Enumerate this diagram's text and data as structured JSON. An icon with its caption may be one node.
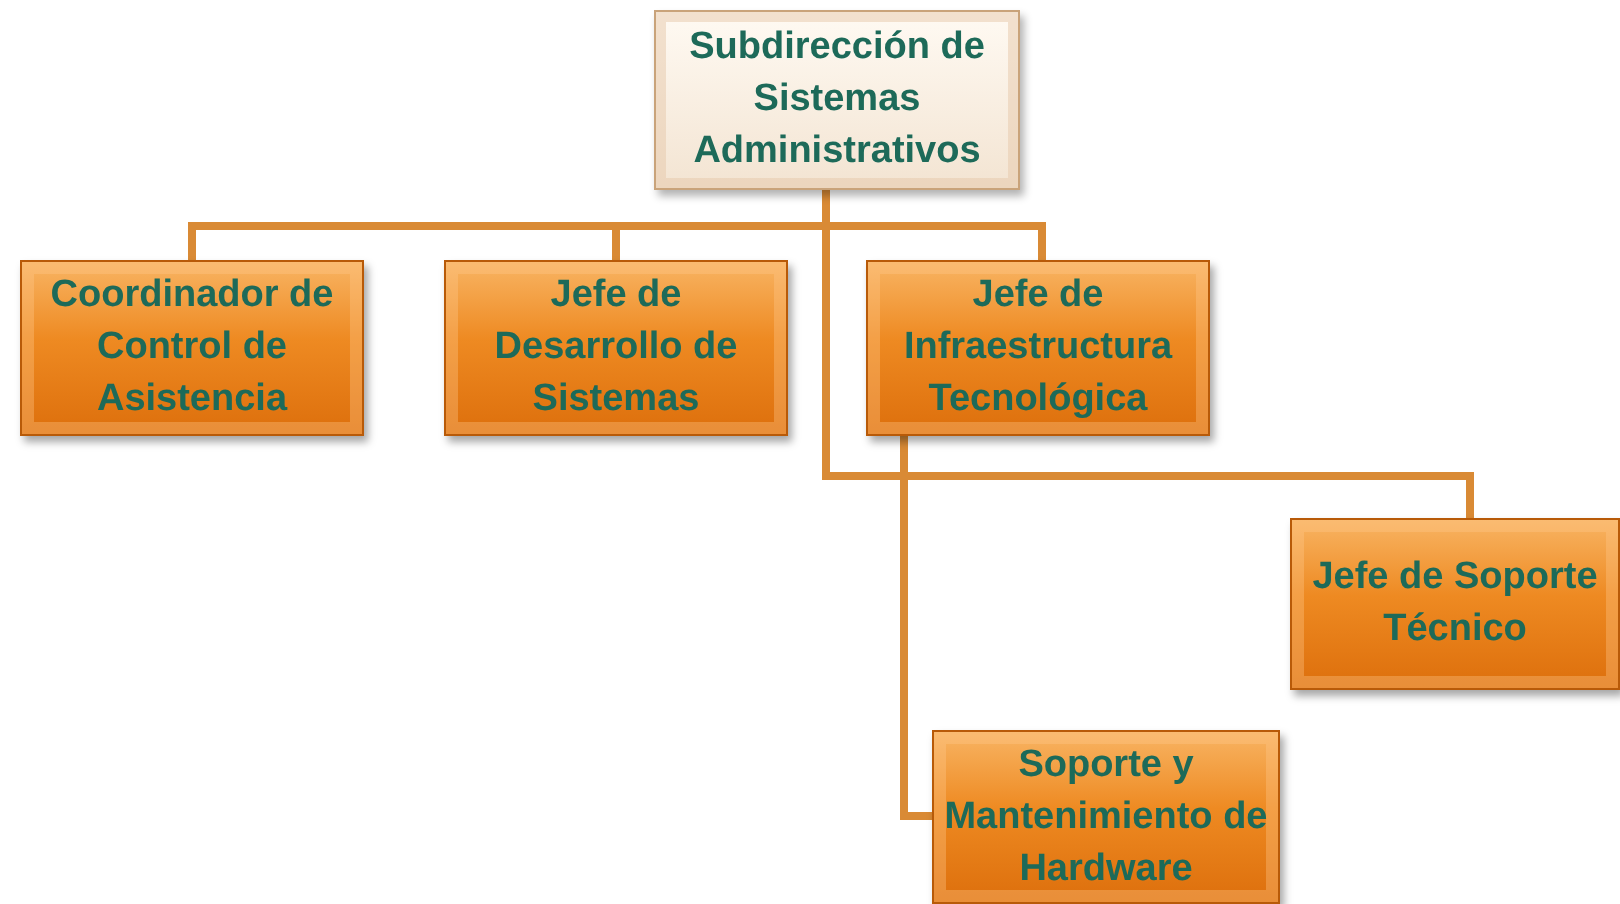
{
  "diagram": {
    "nodes": [
      {
        "text": [
          "Subdirección de Sistemas Administrativos"
        ]
      },
      {
        "text": [
          "Coordinador de Control de Asistencia"
        ]
      },
      {
        "text": [
          "Jefe de Desarrollo de Sistemas"
        ]
      },
      {
        "text": [
          "Jefe de Infraestructura Tecnológica"
        ]
      },
      {
        "text": [
          "Jefe de Soporte Técnico"
        ]
      },
      {
        "text": [
          "Soporte y Mantenimiento de Hardware"
        ]
      }
    ],
    "edges": [
      {
        "from": 0,
        "to": 1,
        "arrow": "none"
      },
      {
        "from": 0,
        "to": 2,
        "arrow": "none"
      },
      {
        "from": 0,
        "to": 3,
        "arrow": "none"
      },
      {
        "from": 0,
        "to": 4,
        "arrow": "none"
      },
      {
        "from": 3,
        "to": 5,
        "arrow": "none"
      }
    ]
  }
}
